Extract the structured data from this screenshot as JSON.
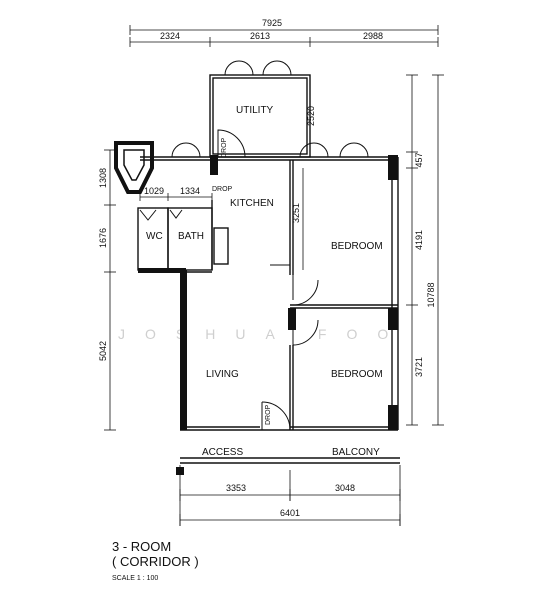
{
  "rooms": {
    "utility": "UTILITY",
    "kitchen": "KITCHEN",
    "bedroom1": "BEDROOM",
    "bedroom2": "BEDROOM",
    "living": "LIVING",
    "bath": "BATH",
    "wc": "WC",
    "access": "ACCESS",
    "balcony": "BALCONY"
  },
  "labels": {
    "drop1": "DROP",
    "drop2": "DROP",
    "drop3": "DROP"
  },
  "dimensions": {
    "top_total": "7925",
    "top_a": "2324",
    "top_b": "2613",
    "top_c": "2988",
    "left_a": "1308",
    "left_b": "1676",
    "left_c": "5042",
    "right_a": "2520",
    "right_b": "457",
    "right_c": "3251",
    "right_d": "4191",
    "right_e": "3721",
    "right_total": "10788",
    "wc_width": "1029",
    "bath_width": "1334",
    "bottom_a": "3353",
    "bottom_b": "3048",
    "bottom_total": "6401"
  },
  "watermark": "JOSHUA FOO",
  "title_line1": "3 - ROOM",
  "title_line2": "( CORRIDOR )",
  "scale": "SCALE 1 : 100"
}
